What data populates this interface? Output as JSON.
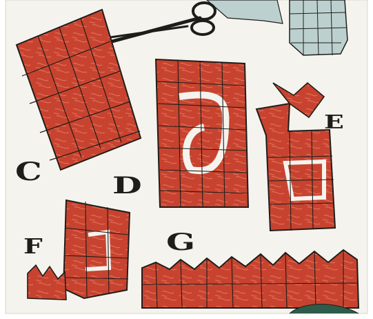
{
  "letters": {
    "c": "C",
    "d": "D",
    "e": "E",
    "f": "F",
    "g": "G"
  },
  "colors": {
    "paper": "#f4f3ee",
    "paper_red": "#c8432f",
    "paper_red_dark": "#a8351f",
    "texture": "#e68770",
    "ink": "#1f1d1a",
    "blue_paper": "#bcd1cf",
    "green_paper": "#2e5c4a"
  },
  "icons": [
    "scissors-icon"
  ]
}
